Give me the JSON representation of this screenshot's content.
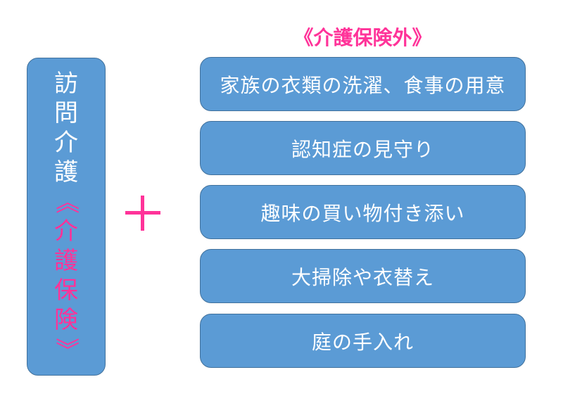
{
  "left_box": {
    "chars": [
      "訪",
      "問",
      "介",
      "護"
    ],
    "open_bracket": "《",
    "pink_chars": [
      "介",
      "護",
      "保",
      "険"
    ],
    "close_bracket": "》"
  },
  "plus_symbol": "+",
  "heading": "《介護保険外》",
  "items": [
    "家族の衣類の洗濯、食事の用意",
    "認知症の見守り",
    "趣味の買い物付き添い",
    "大掃除や衣替え",
    "庭の手入れ"
  ],
  "colors": {
    "box_fill": "#5b9bd5",
    "box_border": "#41719c",
    "accent_pink": "#ff3399",
    "text_white": "#ffffff"
  }
}
